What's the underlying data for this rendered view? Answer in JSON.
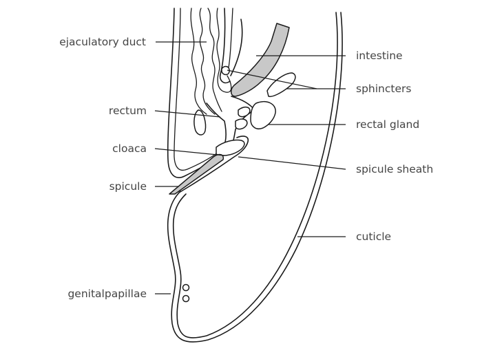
{
  "labels": {
    "ejaculatory_duct": "ejaculatory duct",
    "rectum": "rectum",
    "cloaca": "cloaca",
    "spicule": "spicule",
    "genital_papillae": "genitalpapillae",
    "intestine": "intestine",
    "sphincters": "sphincters",
    "rectal_gland": "rectal gland",
    "spicule_sheath": "spicule sheath",
    "cuticle": "cuticle"
  }
}
